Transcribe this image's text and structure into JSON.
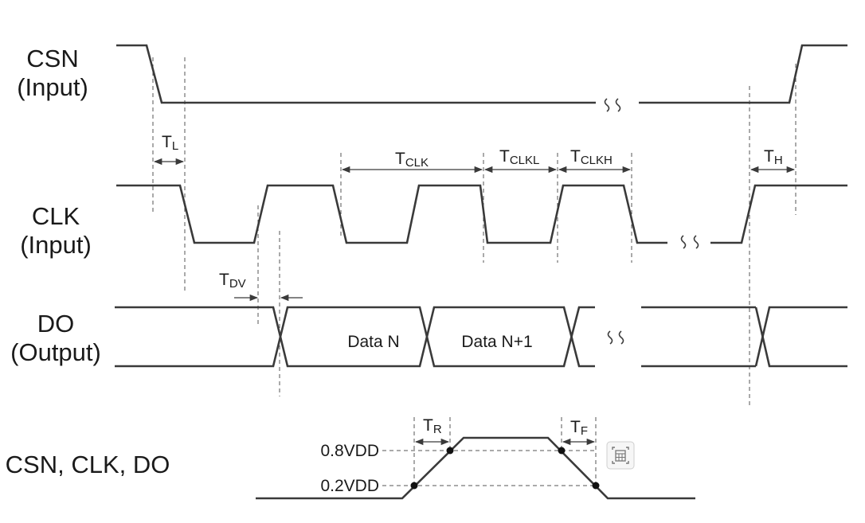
{
  "signals": {
    "csn": {
      "name": "CSN",
      "dir": "(Input)"
    },
    "clk": {
      "name": "CLK",
      "dir": "(Input)"
    },
    "do": {
      "name": "DO",
      "dir": "(Output)"
    },
    "all": {
      "name": "CSN, CLK, DO"
    }
  },
  "timing": {
    "tl": {
      "main": "T",
      "sub": "L"
    },
    "tclk": {
      "main": "T",
      "sub": "CLK"
    },
    "tclkl": {
      "main": "T",
      "sub": "CLKL"
    },
    "tclkh": {
      "main": "T",
      "sub": "CLKH"
    },
    "th": {
      "main": "T",
      "sub": "H"
    },
    "tdv": {
      "main": "T",
      "sub": "DV"
    },
    "tr": {
      "main": "T",
      "sub": "R"
    },
    "tf": {
      "main": "T",
      "sub": "F"
    }
  },
  "data": {
    "n": "Data N",
    "n1": "Data N+1"
  },
  "levels": {
    "high": "0.8VDD",
    "low": "0.2VDD"
  },
  "colors": {
    "line": "#3a3a3a",
    "text": "#1a1a1a"
  },
  "icons": {
    "calc": "calculator-icon"
  }
}
